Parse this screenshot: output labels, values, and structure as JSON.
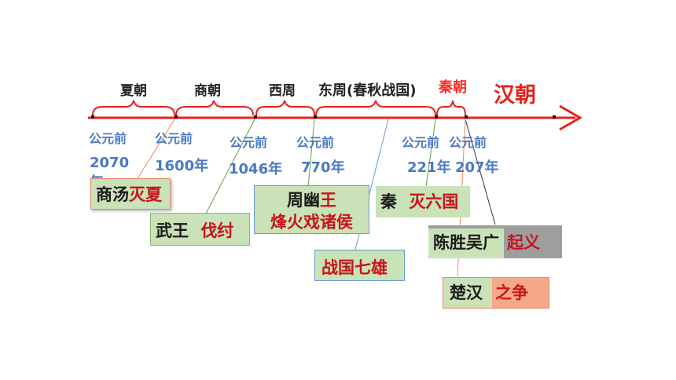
{
  "dynasties": [
    {
      "label": "夏朝",
      "color": "#222222"
    },
    {
      "label": "商朝",
      "color": "#222222"
    },
    {
      "label": "西周",
      "color": "#222222"
    },
    {
      "label": "东周(春秋战国)",
      "color": "#222222"
    },
    {
      "label": "秦朝",
      "color": "#ff2a2a"
    },
    {
      "label": "汉朝",
      "color": "#e8201c"
    }
  ],
  "dates": [
    {
      "era": "公元前",
      "year": "2070",
      "extra": "年"
    },
    {
      "era": "公元前",
      "year": "1600年"
    },
    {
      "era": "公元前",
      "year": "1046年"
    },
    {
      "era": "公元前",
      "year": "770年"
    },
    {
      "era": "公元前",
      "year": "221年"
    },
    {
      "era": "公元前",
      "year": "207年"
    }
  ],
  "events": [
    {
      "a": "商汤",
      "b": "灭夏"
    },
    {
      "a": "武王",
      "b": "伐纣"
    },
    {
      "a": "周幽",
      "b": "王",
      "c": "烽火戏诸侯"
    },
    {
      "a": "战国七雄"
    },
    {
      "a": "秦",
      "b": "灭六国"
    },
    {
      "a": "陈胜吴广",
      "b": "起义"
    },
    {
      "a": "楚汉",
      "b": "之争"
    }
  ],
  "colors": {
    "axis": "#e8201c",
    "date_text": "#4a79c4",
    "box_green": "#c9e2b8",
    "box_gray": "#9e9e9e",
    "box_red": "#f5a88a"
  }
}
